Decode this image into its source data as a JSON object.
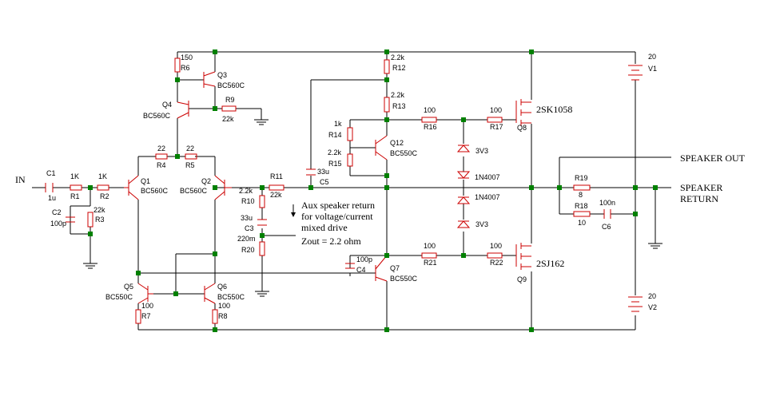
{
  "input_label": "IN",
  "outputs": {
    "speaker_out": "SPEAKER OUT",
    "speaker_return_1": "SPEAKER",
    "speaker_return_2": "RETURN"
  },
  "annotation": {
    "line1": "Aux speaker return",
    "line2": "for voltage/current",
    "line3": "mixed drive",
    "line4": "Zout = 2.2 ohm"
  },
  "colors": {
    "wire": "#000000",
    "component": "#cc0000",
    "node": "#008000",
    "background": "#ffffff"
  },
  "components": {
    "C1": {
      "name": "C1",
      "value": "1u"
    },
    "R1": {
      "name": "R1",
      "value": "1K"
    },
    "R2": {
      "name": "R2",
      "value": "1K"
    },
    "C2": {
      "name": "C2",
      "value": "100p"
    },
    "R3": {
      "name": "R3",
      "value": "22k"
    },
    "Q1": {
      "name": "Q1",
      "value": "BC560C"
    },
    "R4": {
      "name": "R4",
      "value": "22"
    },
    "R5": {
      "name": "R5",
      "value": "22"
    },
    "Q2": {
      "name": "Q2",
      "value": "BC560C"
    },
    "R6": {
      "name": "R6",
      "value": "150"
    },
    "Q3": {
      "name": "Q3",
      "value": "BC560C"
    },
    "Q4": {
      "name": "Q4",
      "value": "BC560C"
    },
    "R9": {
      "name": "R9",
      "value": "22k"
    },
    "R11": {
      "name": "R11",
      "value": "22k"
    },
    "R10": {
      "name": "R10",
      "value": "2.2k"
    },
    "C3": {
      "name": "C3",
      "value": "33u"
    },
    "R20": {
      "name": "R20",
      "value": "220m"
    },
    "Q5": {
      "name": "Q5",
      "value": "BC550C"
    },
    "Q6": {
      "name": "Q6",
      "value": "BC550C"
    },
    "R7": {
      "name": "R7",
      "value": "100"
    },
    "R8": {
      "name": "R8",
      "value": "100"
    },
    "R12": {
      "name": "R12",
      "value": "2.2k"
    },
    "R13": {
      "name": "R13",
      "value": "2.2k"
    },
    "R14": {
      "name": "R14",
      "value": "1k"
    },
    "R15": {
      "name": "R15",
      "value": "2.2k"
    },
    "Q12": {
      "name": "Q12",
      "value": "BC550C"
    },
    "C5": {
      "name": "C5",
      "value": "33u"
    },
    "C4": {
      "name": "C4",
      "value": "100p"
    },
    "Q7": {
      "name": "Q7",
      "value": "BC550C"
    },
    "R16": {
      "name": "R16",
      "value": "100"
    },
    "R17": {
      "name": "R17",
      "value": "100"
    },
    "R21": {
      "name": "R21",
      "value": "100"
    },
    "R22": {
      "name": "R22",
      "value": "100"
    },
    "D_3V3a": {
      "value": "3V3"
    },
    "D_1N4007a": {
      "value": "1N4007"
    },
    "D_1N4007b": {
      "value": "1N4007"
    },
    "D_3V3b": {
      "value": "3V3"
    },
    "Q8": {
      "name": "Q8",
      "value": "2SK1058"
    },
    "Q9": {
      "name": "Q9",
      "value": "2SJ162"
    },
    "R19": {
      "name": "R19",
      "value": "8"
    },
    "R18": {
      "name": "R18",
      "value": "10"
    },
    "C6": {
      "name": "C6",
      "value": "100n"
    },
    "V1": {
      "name": "V1",
      "value": "20"
    },
    "V2": {
      "name": "V2",
      "value": "20"
    }
  }
}
